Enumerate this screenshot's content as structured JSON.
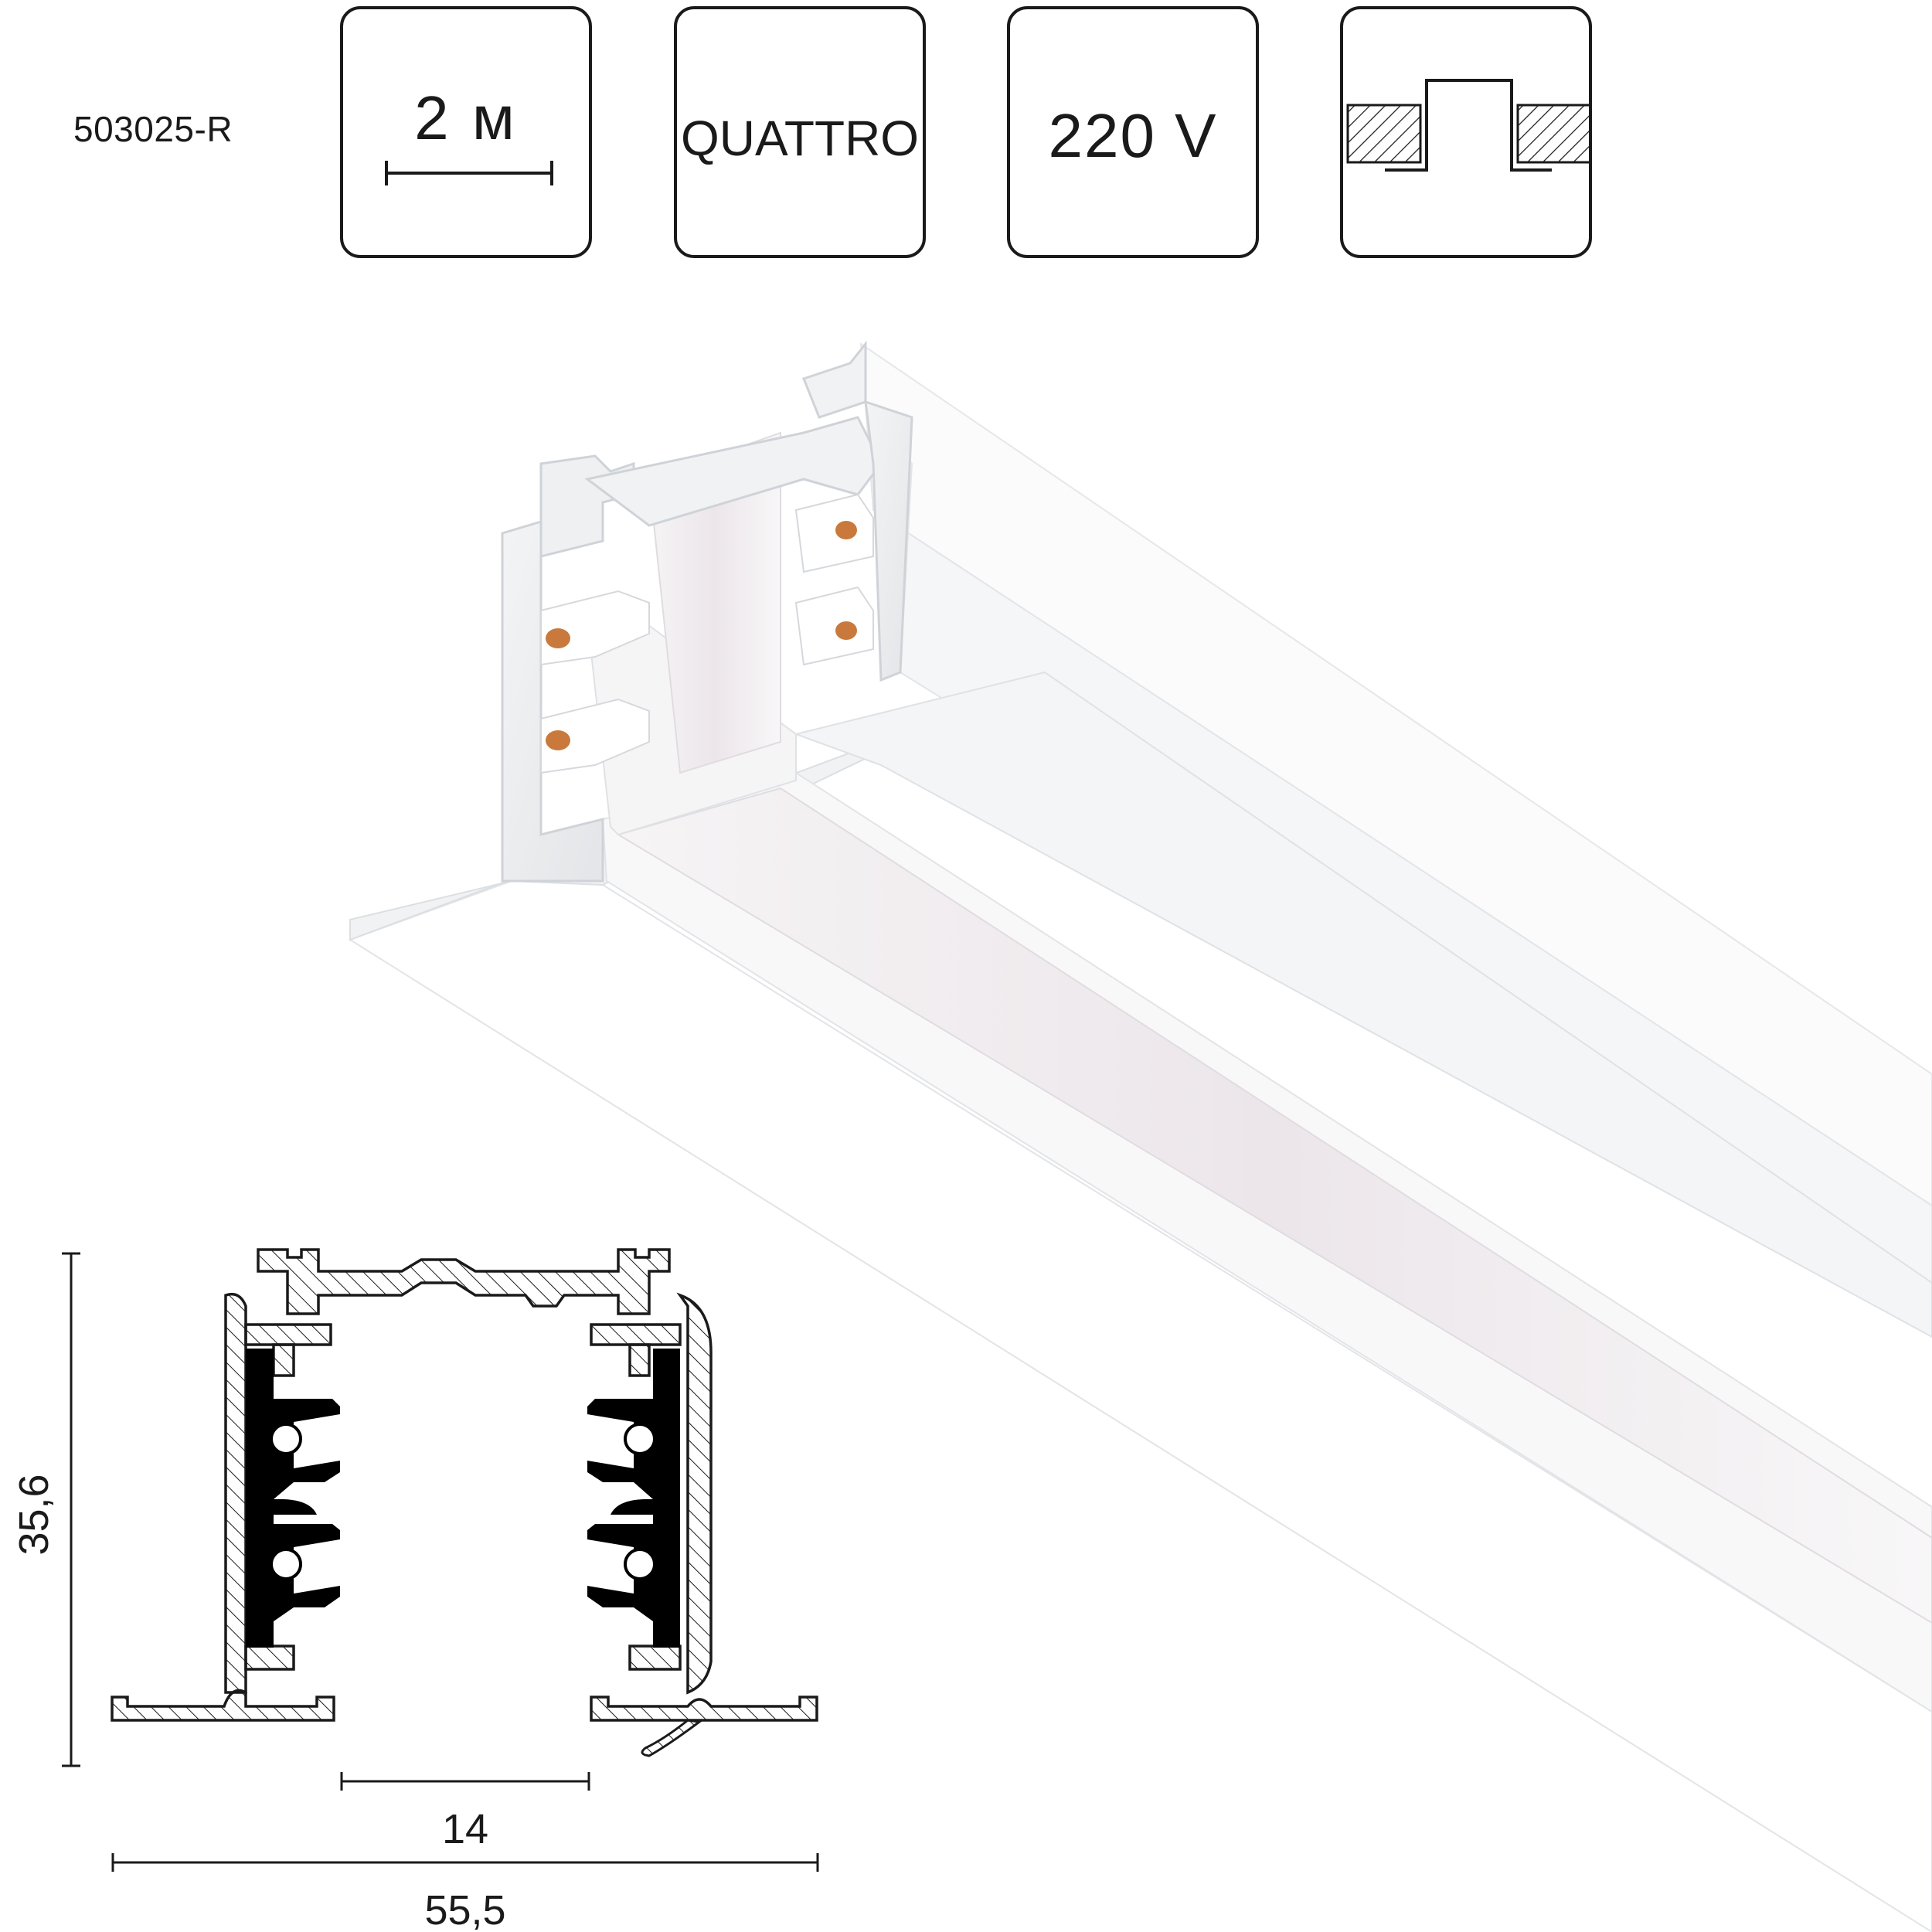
{
  "product": {
    "sku": "503025-R"
  },
  "spec_icons": {
    "length": {
      "label": "2 м",
      "icon": "length-ruler-icon"
    },
    "system": {
      "label": "QUATTRO"
    },
    "voltage": {
      "label": "220 V"
    },
    "mounting": {
      "icon": "recessed-mount-icon"
    }
  },
  "cross_section": {
    "height": "35,6",
    "opening_width": "14",
    "total_width": "55,5"
  },
  "colors": {
    "line": "#1a1a1a",
    "track_body": "#ffffff",
    "contacts": "#c9793c",
    "conductor": "#000000"
  }
}
